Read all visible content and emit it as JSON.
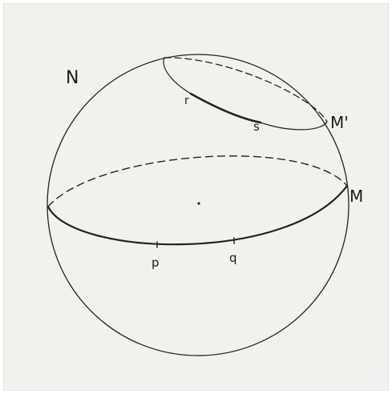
{
  "labels": {
    "north": "N",
    "m": "M",
    "m_prime": "M'",
    "p": "p",
    "q": "q",
    "r": "r",
    "s": "s"
  },
  "colors": {
    "ink": "#222222",
    "paper": "#f1f1ee"
  }
}
